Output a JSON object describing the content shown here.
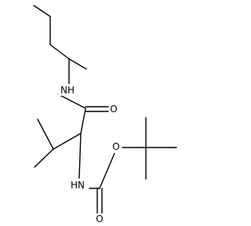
{
  "molecule": {
    "atoms": {
      "amide_n": "NH",
      "amide_o": "O",
      "carbamate_n": "HN",
      "carbamate_o_single": "O",
      "carbamate_o_double": "O"
    }
  },
  "colors": {
    "bond": "#000000",
    "label": "#000000",
    "background": "#ffffff"
  }
}
